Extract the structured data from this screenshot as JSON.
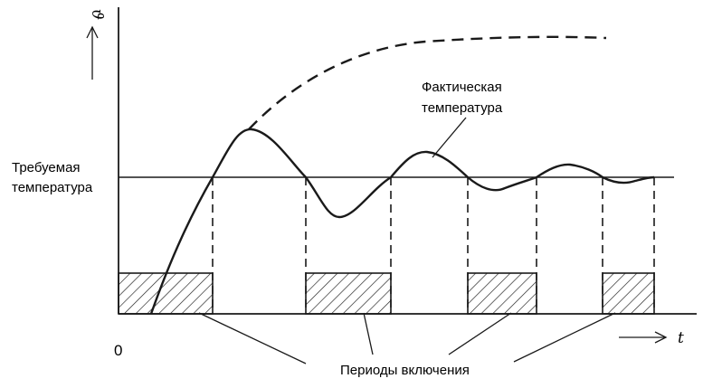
{
  "labels": {
    "y_axis_symbol": "ϑ",
    "x_axis_symbol": "t",
    "origin": "0",
    "required_temperature": [
      "Требуемая",
      "температура"
    ],
    "actual_temperature": [
      "Фактическая",
      "температура"
    ],
    "switch_on_periods": "Периоды включения"
  },
  "colors": {
    "ink": "#1a1a1a",
    "background": "#ffffff"
  }
}
